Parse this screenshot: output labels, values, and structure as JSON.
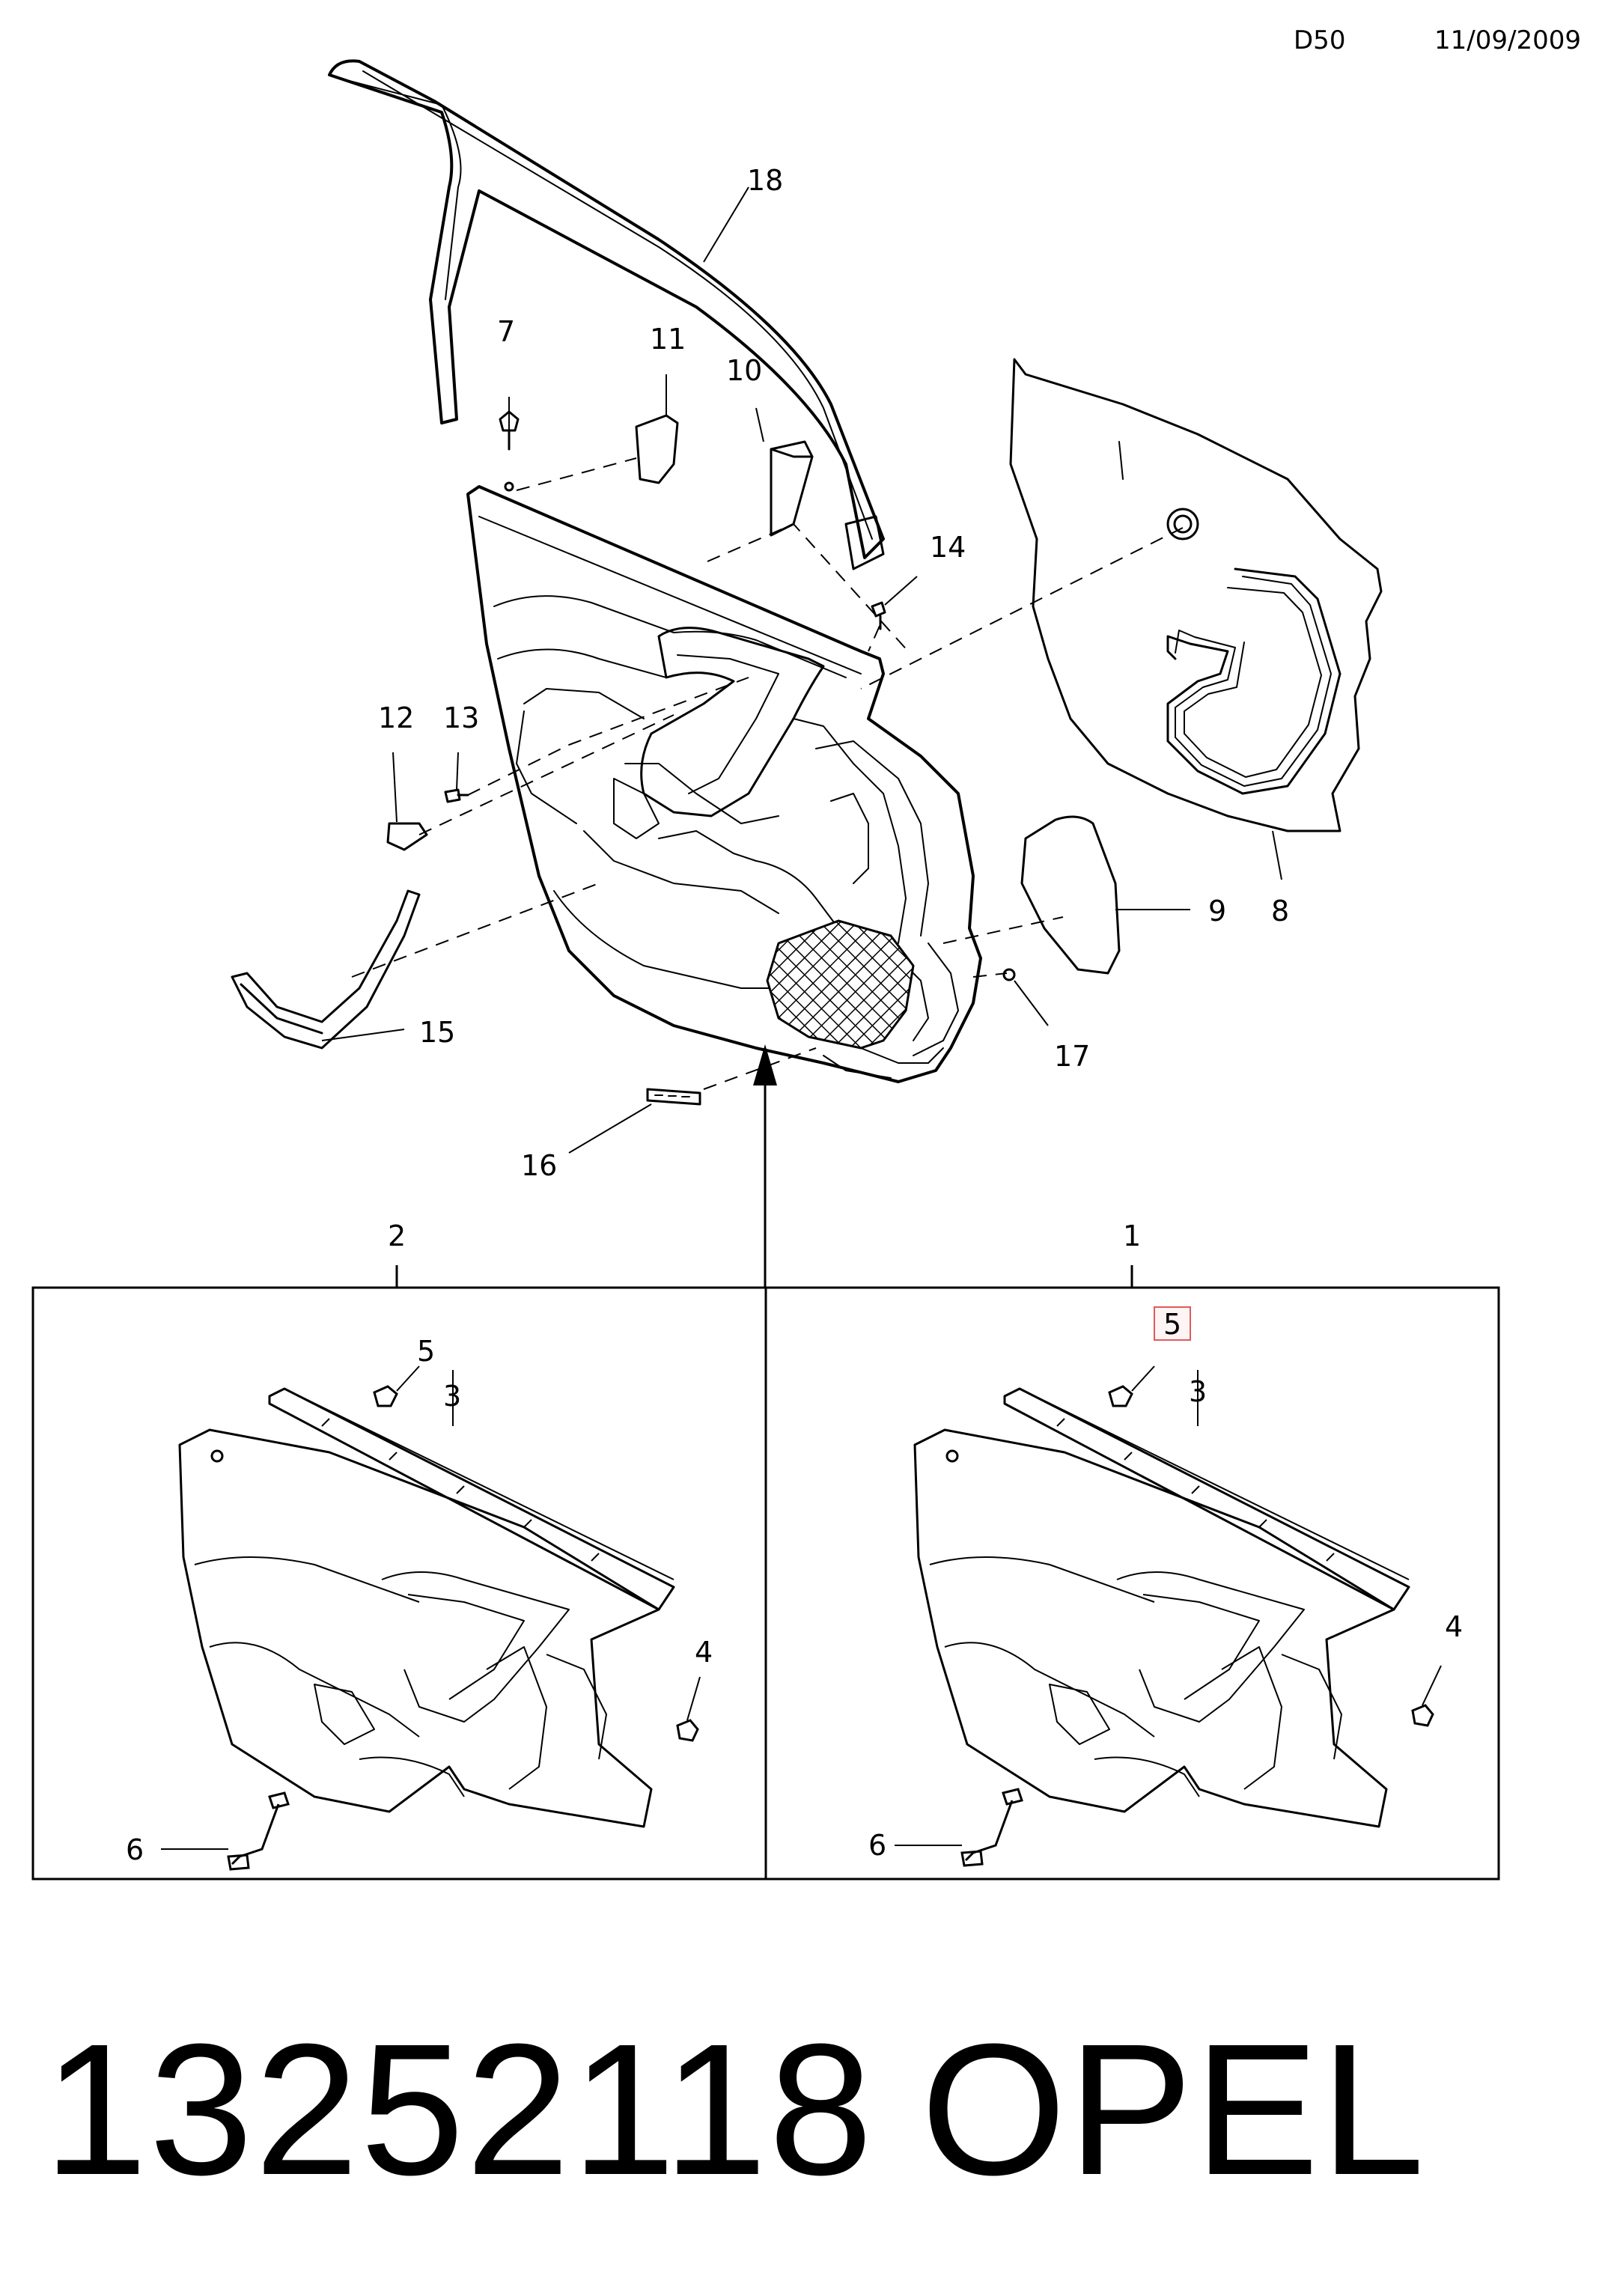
{
  "header": {
    "code": "D50",
    "date": "11/09/2009"
  },
  "callouts": {
    "c1": "1",
    "c2": "2",
    "c3a": "3",
    "c3b": "3",
    "c4a": "4",
    "c4b": "4",
    "c5a": "5",
    "c5b": "5",
    "c6a": "6",
    "c6b": "6",
    "c7": "7",
    "c8": "8",
    "c9": "9",
    "c10": "10",
    "c11": "11",
    "c12": "12",
    "c13": "13",
    "c14": "14",
    "c15": "15",
    "c16": "16",
    "c17": "17",
    "c18": "18"
  },
  "highlight": {
    "color": "#e05a5a",
    "callout": "c5b"
  },
  "footer": {
    "part_number": "13252118",
    "brand": "OPEL"
  }
}
